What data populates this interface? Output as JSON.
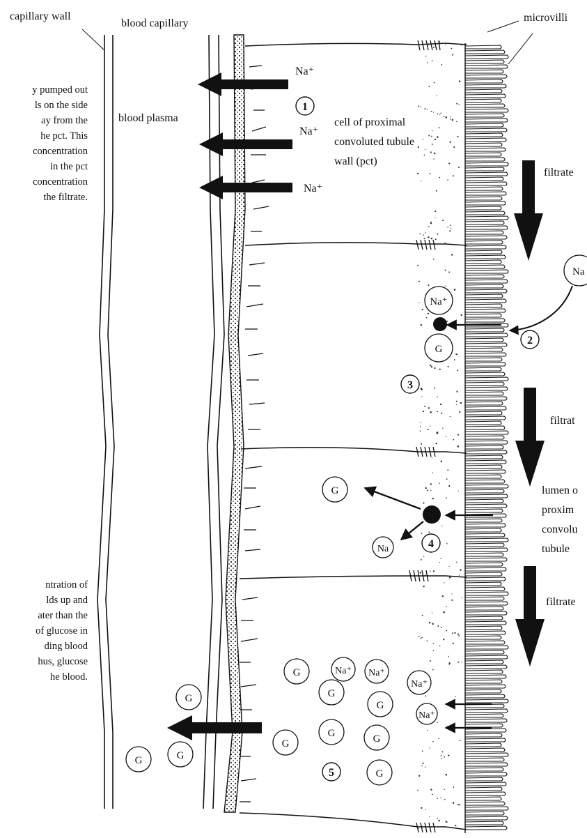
{
  "labels": {
    "capillary_wall": "capillary wall",
    "blood_capillary": "blood capillary",
    "microvilli": "microvilli",
    "blood_plasma": "blood plasma",
    "cell_pct": [
      "cell of proximal",
      "convoluted tubule",
      "wall (pct)"
    ],
    "filtrate": [
      "filtrate",
      "filtrat",
      "filtrate"
    ],
    "lumen": [
      "lumen o",
      "proxim",
      "convolu",
      "tubule"
    ]
  },
  "paragraph_top": [
    "y pumped out",
    "ls on the side",
    "ay from the",
    "he pct. This",
    "concentration",
    "in the pct",
    "concentration",
    "the filtrate."
  ],
  "paragraph_bottom": [
    "ntration of",
    "lds up and",
    "ater than the",
    "of glucose in",
    "ding blood",
    "hus, glucose",
    "he blood."
  ],
  "ions": {
    "sodium": "Na⁺",
    "sodium_partial": "Na",
    "glucose": "G"
  },
  "steps": [
    "1",
    "2",
    "3",
    "4",
    "5"
  ],
  "colors": {
    "ink": "#111111",
    "background": "#ffffff"
  }
}
